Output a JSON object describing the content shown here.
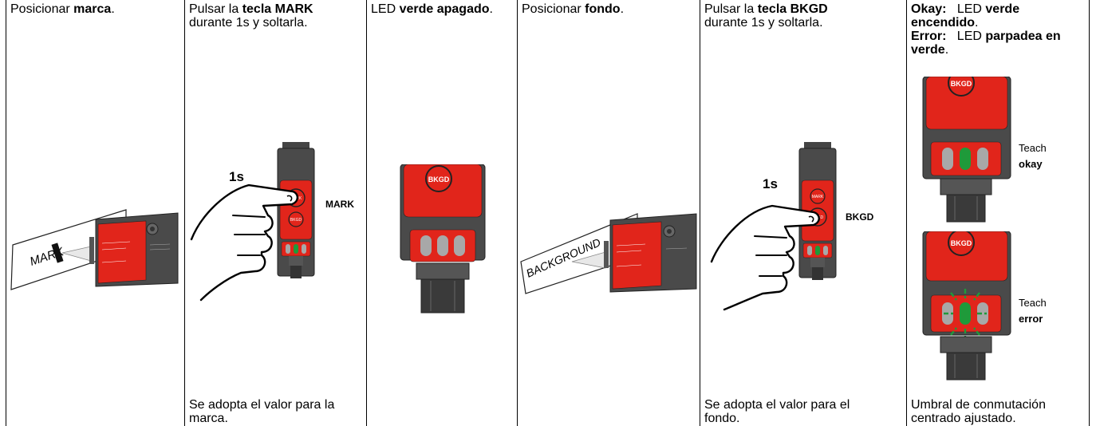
{
  "steps": [
    {
      "top_pre": "Posicionar ",
      "top_bold": "marca",
      "top_post": ".",
      "marker_text": "MARK"
    },
    {
      "top_pre": "Pulsar la ",
      "top_bold": "tecla MARK",
      "top_line2": "durante 1s y soltarla.",
      "time_label": "1s",
      "key_label": "MARK",
      "button_top": "MARK",
      "button_bottom": "BKGD",
      "bottom_text": "Se adopta el valor para la marca."
    },
    {
      "top_pre": "LED ",
      "top_bold": "verde apagado",
      "top_post": ".",
      "button_label": "BKGD"
    },
    {
      "top_pre": "Posicionar ",
      "top_bold": "fondo",
      "top_post": ".",
      "marker_text": "BACKGROUND"
    },
    {
      "top_pre": "Pulsar la ",
      "top_bold": "tecla BKGD",
      "top_line2": "durante 1s y soltarla.",
      "time_label": "1s",
      "key_label": "BKGD",
      "button_top": "MARK",
      "button_bottom": "BKGD",
      "bottom_text": "Se adopta el valor para el fondo."
    },
    {
      "okay_label": "Okay",
      "okay_pre": "LED ",
      "okay_bold": "verde encendido",
      "okay_post": ".",
      "error_label": "Error",
      "error_pre": "LED ",
      "error_bold": "parpadea en verde",
      "error_post": ".",
      "teach1": "Teach",
      "teach1_bold": "okay",
      "teach2": "Teach",
      "teach2_bold": "error",
      "button_label": "BKGD",
      "bottom_text": "Umbral de conmutación centrado ajustado."
    }
  ],
  "colors": {
    "red": "#e1251b",
    "dark": "#4a4a4a",
    "green": "#1f9a3a",
    "led_grey": "#a8a8a8"
  }
}
